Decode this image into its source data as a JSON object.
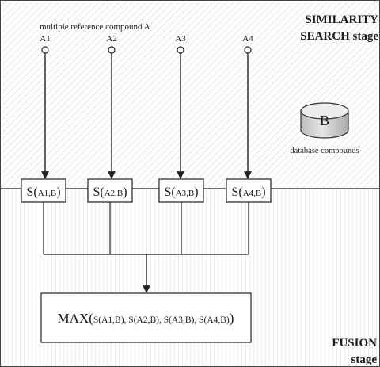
{
  "stages": {
    "similarity_line1": "SIMILARITY",
    "similarity_line2": "SEARCH stage",
    "fusion_line1": "FUSION",
    "fusion_line2": "stage"
  },
  "reference": {
    "title": "multiple reference compound A",
    "compounds": [
      "A1",
      "A2",
      "A3",
      "A4"
    ]
  },
  "database": {
    "symbol": "B",
    "caption": "database compounds"
  },
  "similarity_boxes": [
    {
      "prefix": "S(",
      "args": "A1,B",
      "suffix": ")"
    },
    {
      "prefix": "S(",
      "args": "A2,B",
      "suffix": ")"
    },
    {
      "prefix": "S(",
      "args": "A3,B",
      "suffix": ")"
    },
    {
      "prefix": "S(",
      "args": "A4,B",
      "suffix": ")"
    }
  ],
  "fusion": {
    "prefix": "MAX(",
    "args": "S(A1,B), S(A2,B), S(A3,B), S(A4,B)",
    "suffix": ")"
  },
  "colors": {
    "hatch": "#c8c8c8",
    "line": "#222222",
    "cylinder_fill": "#d4d4d4"
  }
}
